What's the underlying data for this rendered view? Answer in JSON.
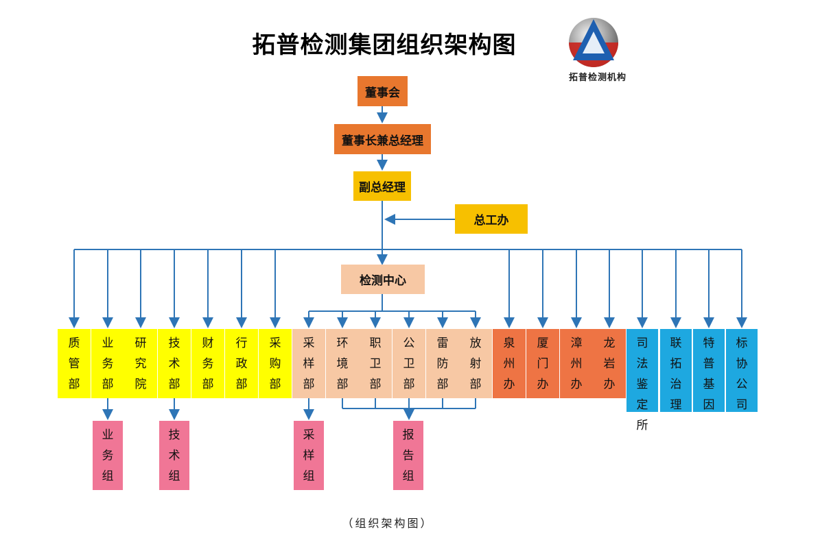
{
  "title": "拓普检测集团组织架构图",
  "logo_text": "拓普检测机构",
  "caption": "（组织架构图）",
  "colors": {
    "line": "#2e75b6",
    "orange": "#e8772e",
    "gold": "#f7c000",
    "peach": "#f7c8a4",
    "yellow": "#ffff00",
    "coral": "#ee7444",
    "blue": "#1ea8e0",
    "pink": "#f07696"
  },
  "nodes": {
    "board": "董事会",
    "chairman": "董事长兼总经理",
    "deputy": "副总经理",
    "chief_engineer_office": "总工办",
    "testing_center": "检测中心"
  },
  "departments": {
    "yellow": [
      "质管部",
      "业务部",
      "研究院",
      "技术部",
      "财务部",
      "行政部",
      "采购部"
    ],
    "peach": [
      "采样部",
      "环境部",
      "职卫部",
      "公卫部",
      "雷防部",
      "放射部"
    ],
    "coral": [
      "泉州办",
      "厦门办",
      "漳州办",
      "龙岩办"
    ],
    "blue": [
      "司法鉴定所",
      "联拓治理",
      "特普基因",
      "标协公司"
    ]
  },
  "groups": [
    "业务组",
    "技术组",
    "采样组",
    "报告组"
  ]
}
